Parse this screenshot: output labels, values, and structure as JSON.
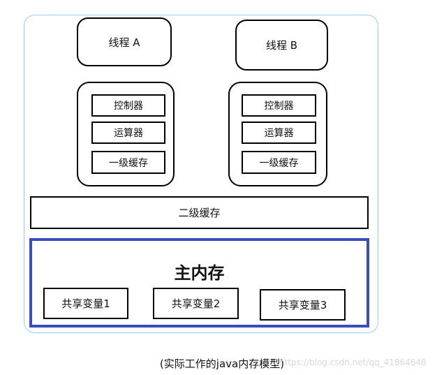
{
  "threads": [
    {
      "label": "线程 A"
    },
    {
      "label": "线程 B"
    }
  ],
  "cpus": [
    {
      "units": [
        "控制器",
        "运算器",
        "一级缓存"
      ]
    },
    {
      "units": [
        "控制器",
        "运算器",
        "一级缓存"
      ]
    }
  ],
  "l2_cache": "二级缓存",
  "main_memory": {
    "title": "主内存",
    "variables": [
      "共享变量1",
      "共享变量2",
      "共享变量3"
    ]
  },
  "caption": "(实际工作的java内存模型)",
  "watermark": "https://blog.csdn.net/qq_41864648",
  "colors": {
    "frame_border": "#8fd3f7",
    "main_memory_border": "#3c4bbf"
  }
}
